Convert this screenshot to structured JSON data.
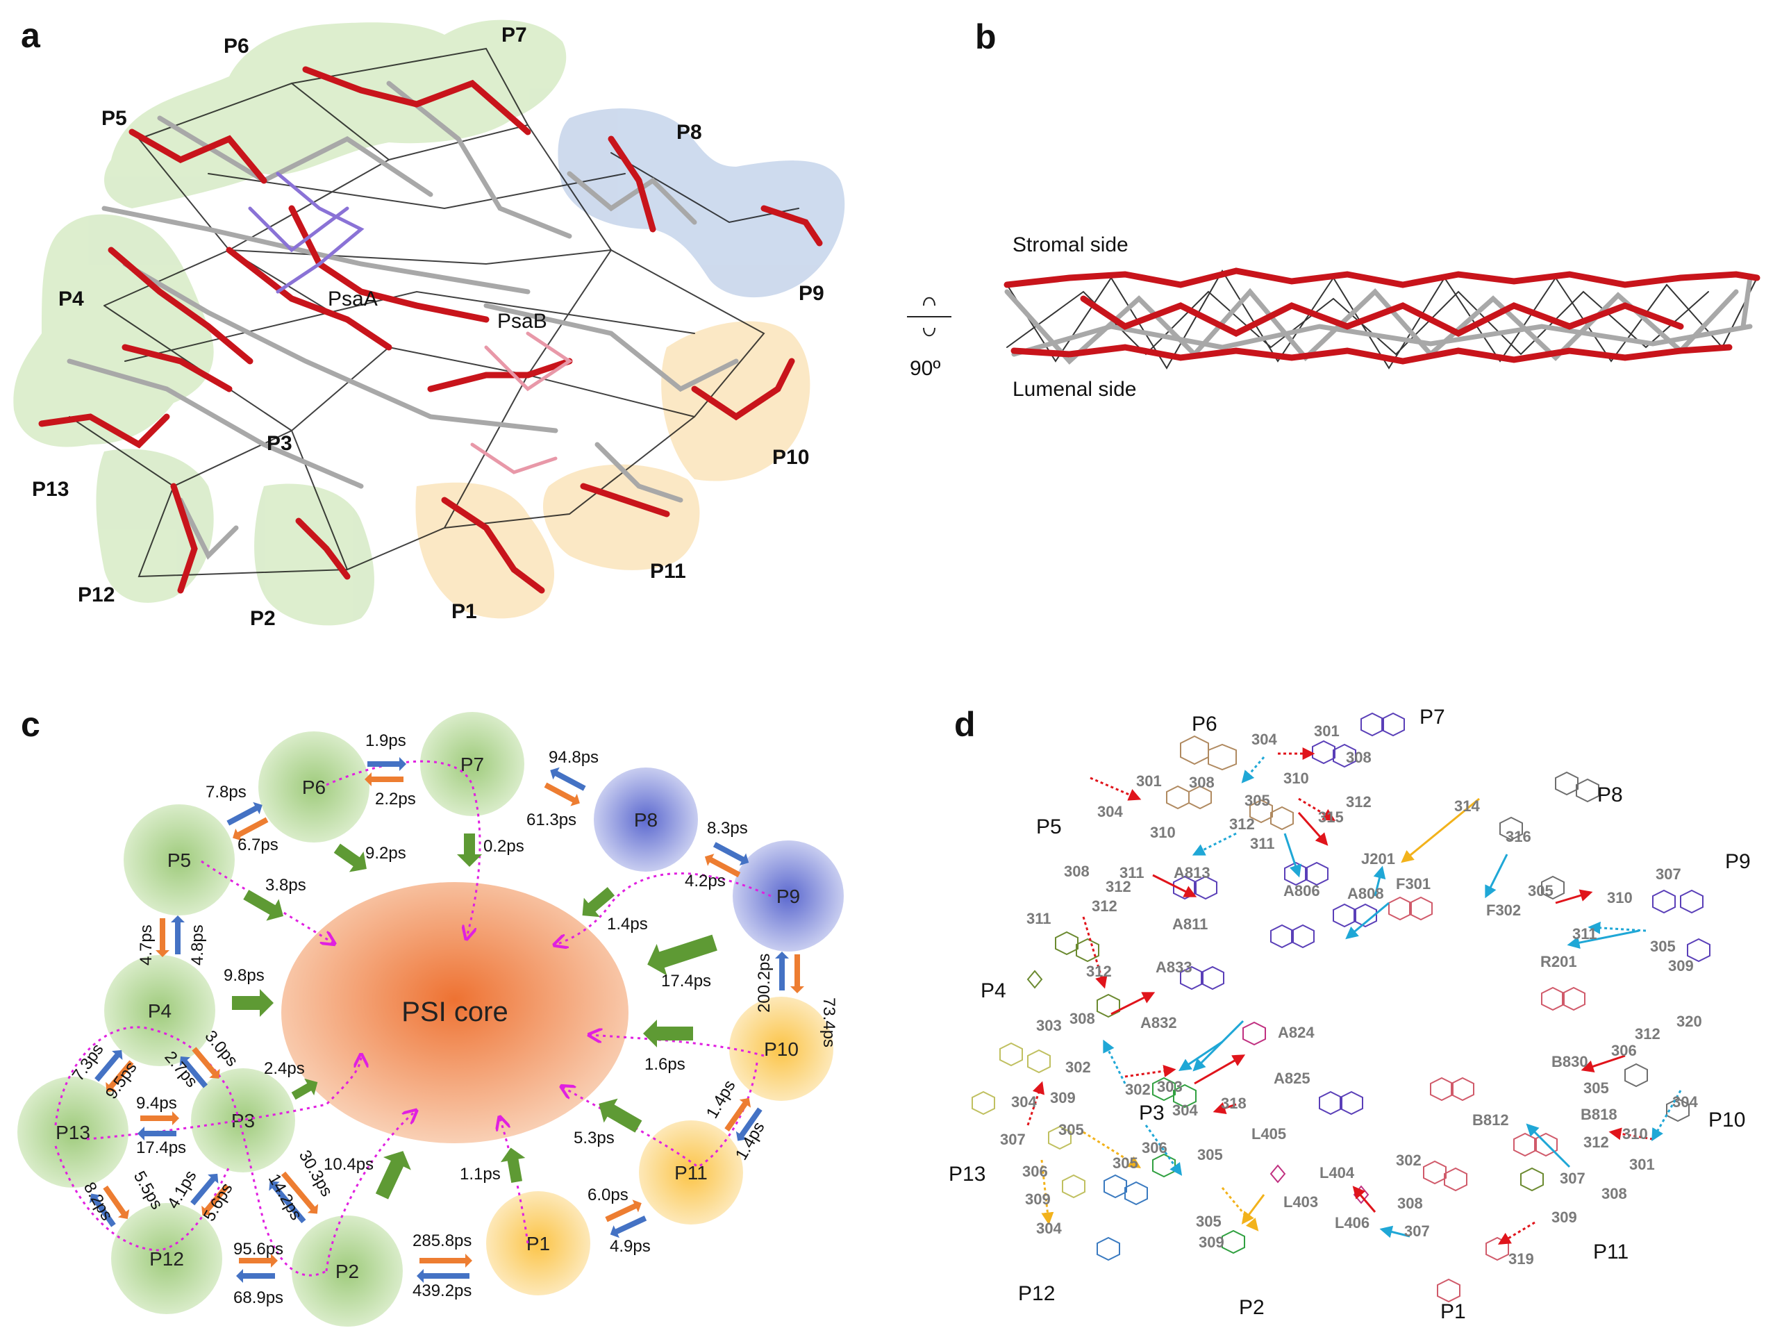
{
  "panels": {
    "a": {
      "label": "a",
      "cluster_labels": [
        "P1",
        "P2",
        "P3",
        "P4",
        "P5",
        "P6",
        "P7",
        "P8",
        "P9",
        "P10",
        "P11",
        "P12",
        "P13"
      ],
      "subunit_labels": [
        "PsaA",
        "PsaB"
      ]
    },
    "b": {
      "label": "b",
      "stromal_label": "Stromal side",
      "lumenal_label": "Lumenal side",
      "rotation_label": "90º"
    },
    "c": {
      "label": "c",
      "core_label": "PSI core",
      "nodes": [
        "P1",
        "P2",
        "P3",
        "P4",
        "P5",
        "P6",
        "P7",
        "P8",
        "P9",
        "P10",
        "P11",
        "P12",
        "P13"
      ],
      "inter_rates": [
        "1.9ps",
        "2.2ps",
        "7.8ps",
        "6.7ps",
        "94.8ps",
        "61.3ps",
        "8.3ps",
        "4.2ps",
        "4.7ps",
        "4.8ps",
        "200.2ps",
        "73.4ps",
        "7.3ps",
        "9.5ps",
        "3.0ps",
        "2.7ps",
        "9.4ps",
        "17.4ps",
        "4.1ps",
        "5.6ps",
        "5.5ps",
        "8.2ps",
        "30.3ps",
        "14.2ps",
        "95.6ps",
        "68.9ps",
        "285.8ps",
        "439.2ps",
        "6.0ps",
        "4.9ps",
        "1.4ps",
        "1.4ps"
      ],
      "core_rates": [
        "9.2ps",
        "0.2ps",
        "3.8ps",
        "1.4ps",
        "17.4ps",
        "9.8ps",
        "2.4ps",
        "1.6ps",
        "5.3ps",
        "10.4ps",
        "1.1ps"
      ]
    },
    "d": {
      "label": "d",
      "cluster_labels": [
        "P1",
        "P2",
        "P3",
        "P4",
        "P5",
        "P6",
        "P7",
        "P8",
        "P9",
        "P10",
        "P11",
        "P12",
        "P13"
      ],
      "pigment_labels": [
        "304",
        "301",
        "308",
        "301",
        "308",
        "305",
        "310",
        "312",
        "315",
        "312",
        "304",
        "310",
        "312",
        "311",
        "J201",
        "A813",
        "314",
        "316",
        "311",
        "A806",
        "A808",
        "F301",
        "F302",
        "308",
        "312",
        "A811",
        "305",
        "307",
        "311",
        "312",
        "A833",
        "310",
        "311",
        "305",
        "309",
        "R201",
        "308",
        "A832",
        "A824",
        "303",
        "302",
        "302",
        "303",
        "304",
        "318",
        "A825",
        "304",
        "309",
        "312",
        "306",
        "320",
        "B830",
        "305",
        "B812",
        "B818",
        "304",
        "310",
        "312",
        "301",
        "307",
        "308",
        "307",
        "305",
        "306",
        "309",
        "305",
        "304",
        "306",
        "305",
        "L405",
        "L404",
        "L403",
        "302",
        "308",
        "L406",
        "307",
        "309",
        "305",
        "309",
        "319"
      ]
    }
  },
  "colors": {
    "cluster_green": "#d6e9c6",
    "cluster_blue": "#c9d7ec",
    "cluster_yellow": "#fbe6bf",
    "node_green": "#b5d79a",
    "node_blue": "#7c89d6",
    "node_yellow": "#fcd57a",
    "core_orange": "#f18b4a",
    "edge_red": "#c8141b",
    "edge_grey": "#a8a8a8",
    "arrow_orange": "#ed7d31",
    "arrow_blue": "#4472c4",
    "arrow_green": "#5e9a34",
    "dotted_magenta": "#e020e0",
    "arrow_cyan": "#1fa7d6",
    "arrow_yellow": "#f2b21b"
  }
}
